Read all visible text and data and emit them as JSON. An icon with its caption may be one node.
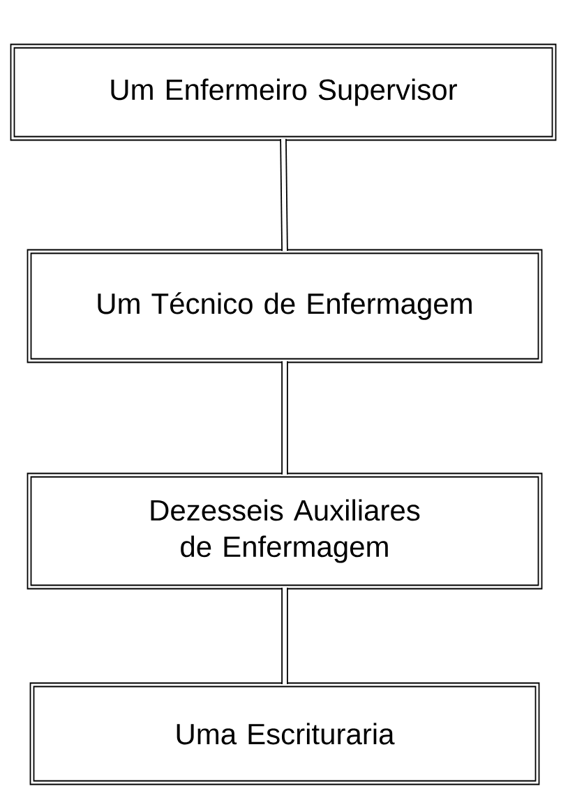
{
  "diagram": {
    "nodes": [
      {
        "text": [
          "Um Enfermeiro Supervisor"
        ]
      },
      {
        "text": [
          "Um Técnico de Enfermagem"
        ]
      },
      {
        "text": [
          "Dezesseis Auxiliares de Enfermagem"
        ]
      },
      {
        "text": [
          "Uma Escrituraria"
        ]
      }
    ],
    "edges": [
      {
        "from": 0,
        "to": 1,
        "arrow": "none"
      },
      {
        "from": 1,
        "to": 2,
        "arrow": "none"
      },
      {
        "from": 2,
        "to": 3,
        "arrow": "none"
      }
    ]
  }
}
